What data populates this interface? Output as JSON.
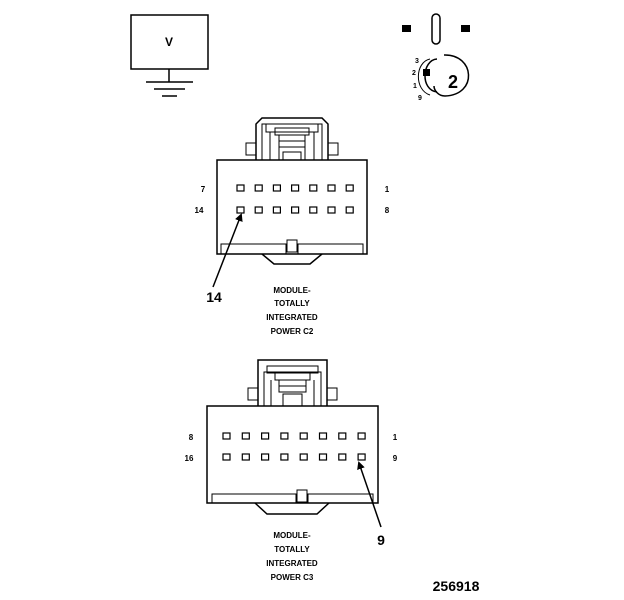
{
  "voltmeter": {
    "symbol": "V"
  },
  "pin_viewer": {
    "callout": "2",
    "pins": [
      "3",
      "2",
      "1",
      "9"
    ]
  },
  "connector_c2": {
    "title_lines": [
      "MODULE-",
      "TOTALLY",
      "INTEGRATED",
      "POWER C2"
    ],
    "row1_left": "7",
    "row1_right": "1",
    "row2_left": "14",
    "row2_right": "8",
    "callout": "14"
  },
  "connector_c3": {
    "title_lines": [
      "MODULE-",
      "TOTALLY",
      "INTEGRATED",
      "POWER C3"
    ],
    "row1_left": "8",
    "row1_right": "1",
    "row2_left": "16",
    "row2_right": "9",
    "callout": "9"
  },
  "figure_id": "256918"
}
